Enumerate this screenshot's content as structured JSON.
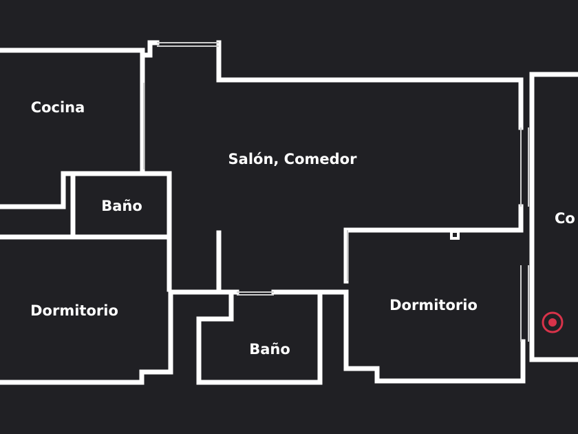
{
  "rooms": {
    "cocina": "Cocina",
    "salon": "Salón, Comedor",
    "bano_1": "Baño",
    "dormitorio_1": "Dormitorio",
    "dormitorio_2": "Dormitorio",
    "bano_2": "Baño",
    "partial_right": "Co"
  },
  "colors": {
    "background": "#202024",
    "walls": "#ffffff",
    "marker": "#d8334a"
  },
  "marker_icon": "location-target-icon"
}
